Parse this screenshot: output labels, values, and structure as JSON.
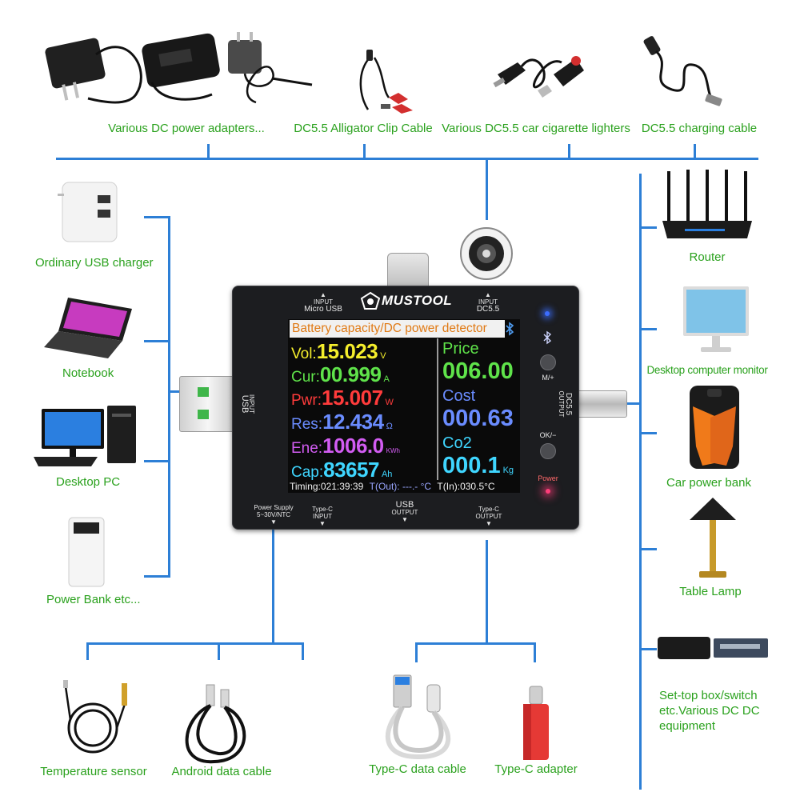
{
  "labels": {
    "dc_adapters": "Various DC power adapters...",
    "alligator": "DC5.5 Alligator Clip Cable",
    "car_lighter": "Various DC5.5 car cigarette lighters",
    "charging_cable": "DC5.5 charging cable",
    "usb_charger": "Ordinary USB charger",
    "notebook": "Notebook",
    "desktop_pc": "Desktop PC",
    "power_bank": "Power Bank etc...",
    "router": "Router",
    "monitor": "Desktop computer monitor",
    "car_power_bank": "Car power bank",
    "table_lamp": "Table Lamp",
    "settop": "Set-top box/switch etc.Various DC DC equipment",
    "temp_sensor": "Temperature sensor",
    "android_cable": "Android data cable",
    "typec_cable": "Type-C data cable",
    "typec_adapter": "Type-C adapter"
  },
  "device": {
    "brand": "MUSTOOL",
    "ports": {
      "micro_usb": {
        "line1": "INPUT",
        "line2": "Micro USB"
      },
      "dc55_in": {
        "line1": "INPUT",
        "line2": "DC5.5"
      },
      "usb_in": {
        "line1": "INPUT",
        "line2": "USB"
      },
      "dc55_out": {
        "line1": "DC5.5",
        "line2": "OUTPUT"
      },
      "power_supply": {
        "line1": "Power Supply",
        "line2": "5~30V/NTC"
      },
      "typec_in": {
        "line1": "Type-C",
        "line2": "INPUT"
      },
      "usb_out": {
        "line1": "USB",
        "line2": "OUTPUT"
      },
      "typec_out": {
        "line1": "Type-C",
        "line2": "OUTPUT"
      }
    },
    "buttons": {
      "m_plus": "M/+",
      "ok_minus": "OK/−",
      "power": "Power"
    },
    "screen": {
      "title": "Battery capacity/DC power detector",
      "vol": {
        "label": "Vol:",
        "value": "15.023",
        "unit": "V"
      },
      "cur": {
        "label": "Cur:",
        "value": "00.999",
        "unit": "A"
      },
      "pwr": {
        "label": "Pwr:",
        "value": "15.007",
        "unit": "W"
      },
      "res": {
        "label": "Res:",
        "value": "12.434",
        "unit": "Ω"
      },
      "ene": {
        "label": "Ene:",
        "value": "1006.0",
        "unit": "KWh"
      },
      "cap": {
        "label": "Cap:",
        "value": "83657",
        "unit": "Ah"
      },
      "price": {
        "label": "Price",
        "value": "006.00"
      },
      "cost": {
        "label": "Cost",
        "value": "000.63"
      },
      "co2": {
        "label": "Co2",
        "value": "000.1",
        "unit": "Kg"
      },
      "timing": "Timing:021:39:39",
      "tout": "T(Out): ---.-  °C",
      "tin": "T(In):030.5°C"
    }
  },
  "colors": {
    "label_green": "#2aa11d",
    "line_blue": "#2d7fd6",
    "vol": "#f5ee2c",
    "cur": "#5fe34a",
    "pwr": "#ff3b3b",
    "res": "#6a8cff",
    "ene": "#d25cf2",
    "cap": "#3fd6ff",
    "price": "#5fe34a",
    "cost": "#6a8cff",
    "co2": "#3fd6ff"
  }
}
